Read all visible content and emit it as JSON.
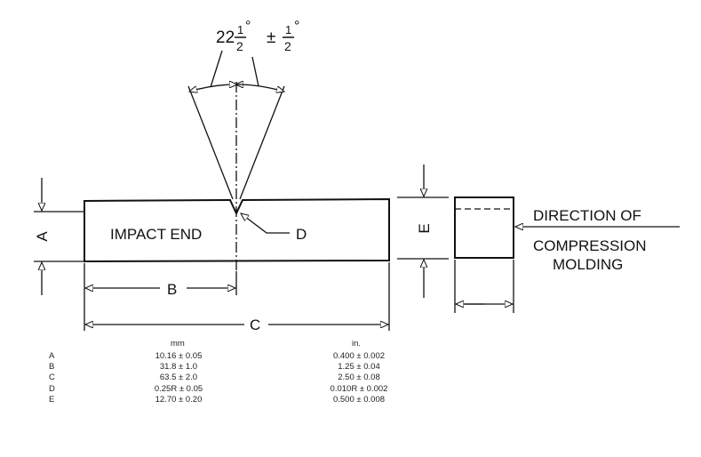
{
  "drawing": {
    "angle_label": {
      "whole": "22",
      "num": "1",
      "den": "2",
      "pm": "±",
      "tol_num": "1",
      "tol_den": "2",
      "deg": "°"
    },
    "impact_end": "IMPACT END",
    "labels": {
      "A": "A",
      "B": "B",
      "C": "C",
      "D": "D",
      "E": "E"
    },
    "direction": [
      "DIRECTION OF",
      "COMPRESSION",
      "MOLDING"
    ]
  },
  "table": {
    "headers": {
      "mm": "mm",
      "in": "in."
    },
    "rows": [
      {
        "dim": "A",
        "mm": "10.16 ± 0.05",
        "in": "0.400 ± 0.002"
      },
      {
        "dim": "B",
        "mm": "31.8 ± 1.0",
        "in": "1.25 ± 0.04"
      },
      {
        "dim": "C",
        "mm": "63.5 ± 2.0",
        "in": "2.50 ± 0.08"
      },
      {
        "dim": "D",
        "mm": "0.25R ± 0.05",
        "in": "0.010R ± 0.002"
      },
      {
        "dim": "E",
        "mm": "12.70 ± 0.20",
        "in": "0.500 ± 0.008"
      }
    ]
  }
}
